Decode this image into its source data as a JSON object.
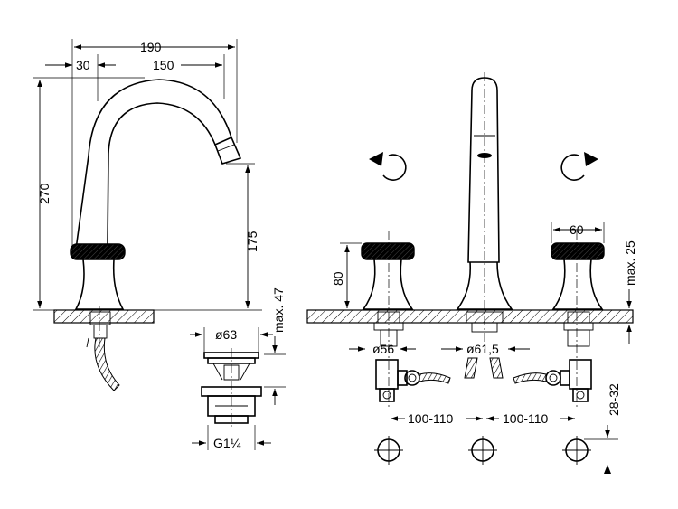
{
  "dimensions": {
    "spout_reach": "190",
    "spout_offset": "30",
    "spout_projection": "150",
    "total_height": "270",
    "spout_outlet_height": "175",
    "max_deck_thickness": "max. 47",
    "drain_diameter": "ø63",
    "drain_thread": "G1¼",
    "handle_height": "80",
    "handle_diameter": "60",
    "max_deck_right": "max. 25",
    "handle_base_diameter": "ø56",
    "spout_base_diameter": "ø61,5",
    "spacing_left": "100-110",
    "spacing_right": "100-110",
    "hole_diameter": "28-32"
  },
  "icons": {
    "rotate_left": "counterclockwise-arrow-icon",
    "rotate_right": "clockwise-arrow-icon"
  }
}
